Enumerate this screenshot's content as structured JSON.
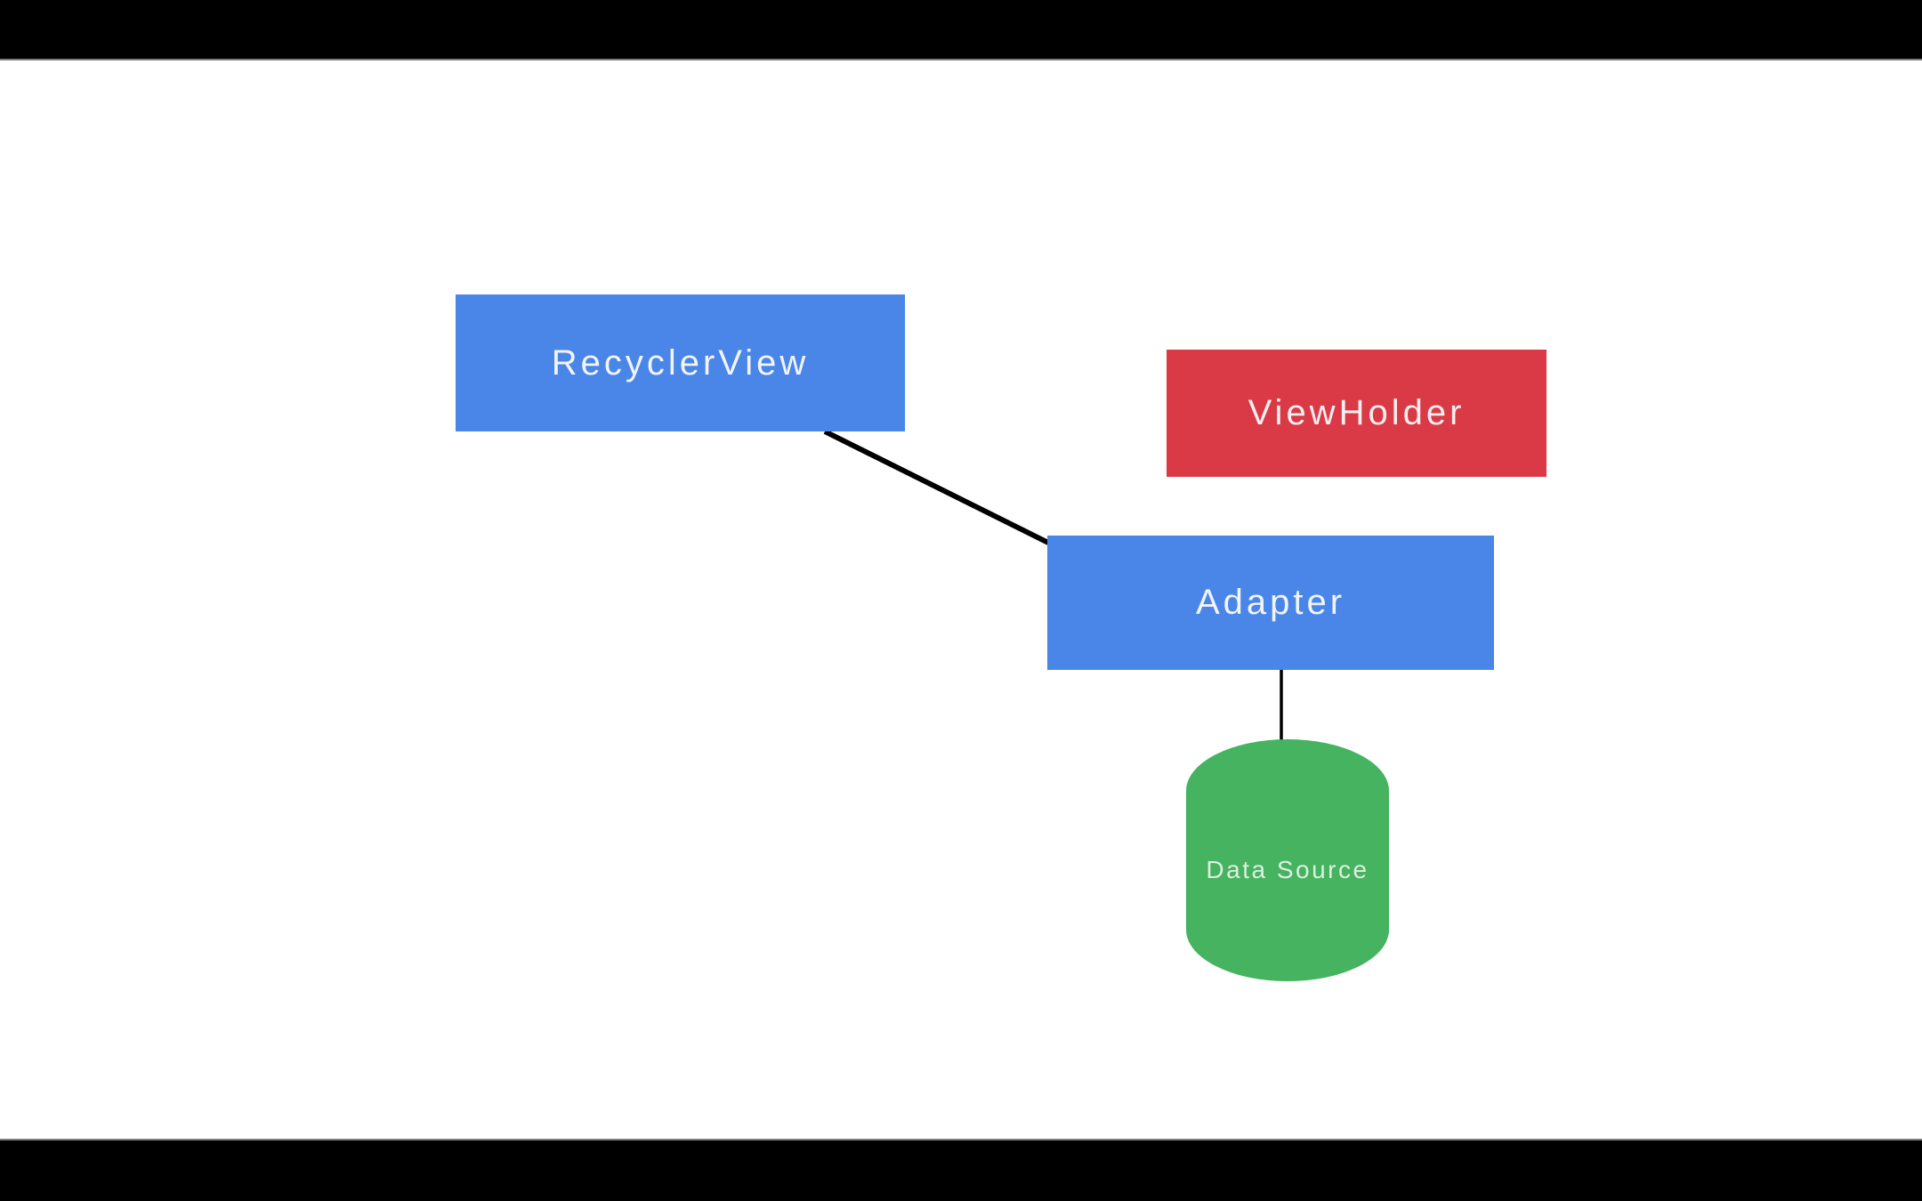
{
  "scene": {
    "description": "RecyclerView architecture diagram slide",
    "background_color": "#ffffff",
    "letterbox_color": "#000000",
    "separator_color": "#7d7d7d"
  },
  "nodes": [
    {
      "id": "recyclerview",
      "label": "RecyclerView",
      "shape": "rectangle",
      "fill": "#4a86e8",
      "text_color": "#f1f4fb"
    },
    {
      "id": "viewholder",
      "label": "ViewHolder",
      "shape": "rectangle",
      "fill": "#d93a46",
      "text_color": "#f8eef0"
    },
    {
      "id": "adapter",
      "label": "Adapter",
      "shape": "rectangle",
      "fill": "#4a86e8",
      "text_color": "#f1f4fb"
    },
    {
      "id": "datasource",
      "label": "Data Source",
      "shape": "cylinder",
      "fill": "#45b360",
      "text_color": "#dcefdf"
    }
  ],
  "edges": [
    {
      "from": "recyclerview",
      "to": "adapter",
      "color": "#000000"
    },
    {
      "from": "adapter",
      "to": "datasource",
      "color": "#000000"
    }
  ]
}
